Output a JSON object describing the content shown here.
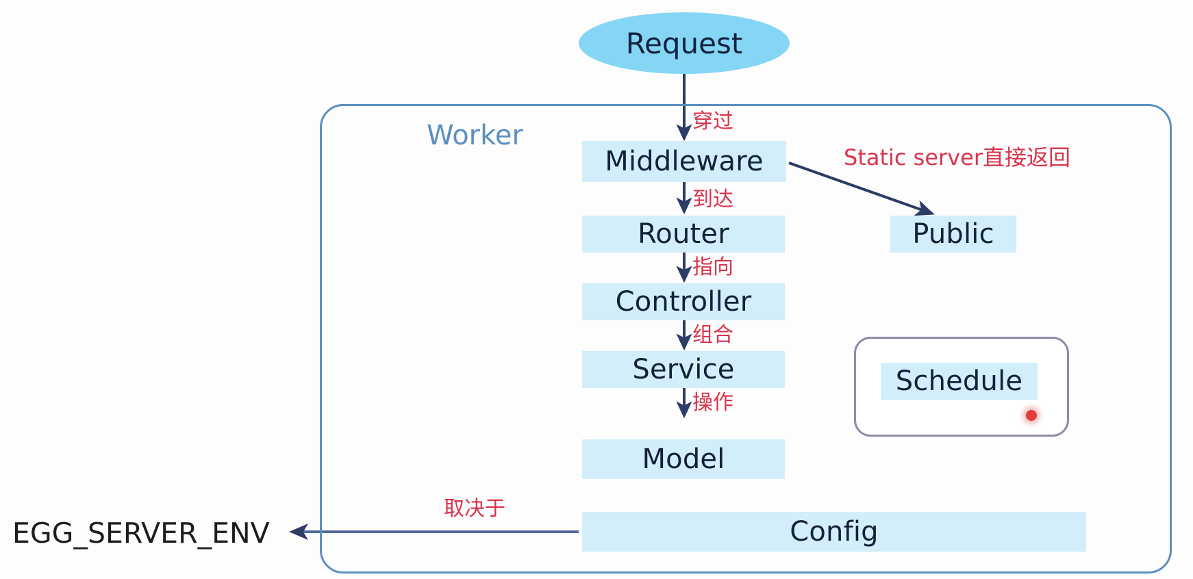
{
  "diagram": {
    "title_node": {
      "label": "Request"
    },
    "container": {
      "label": "Worker"
    },
    "external_label": {
      "label": "EGG_SERVER_ENV"
    },
    "pipeline": [
      {
        "id": "middleware",
        "label": "Middleware"
      },
      {
        "id": "router",
        "label": "Router"
      },
      {
        "id": "controller",
        "label": "Controller"
      },
      {
        "id": "service",
        "label": "Service"
      },
      {
        "id": "model",
        "label": "Model"
      }
    ],
    "side_nodes": [
      {
        "id": "public",
        "label": "Public"
      },
      {
        "id": "schedule",
        "label": "Schedule"
      }
    ],
    "config_node": {
      "label": "Config"
    },
    "annotations": [
      {
        "id": "request-to-middleware",
        "label": "穿过"
      },
      {
        "id": "middleware-to-router",
        "label": "到达"
      },
      {
        "id": "router-to-controller",
        "label": "指向"
      },
      {
        "id": "controller-to-service",
        "label": "组合"
      },
      {
        "id": "service-to-model",
        "label": "操作"
      },
      {
        "id": "middleware-to-public",
        "label": "Static server直接返回"
      },
      {
        "id": "config-to-env",
        "label": "取决于"
      }
    ],
    "colors": {
      "node_fill": "#d2eefb",
      "ellipse_fill": "#85d6f5",
      "node_text": "#14213a",
      "annotation_red": "#d9344b",
      "container_border": "#5b8fc0",
      "container_title": "#5b8fc0",
      "arrow": "#2c3c66",
      "schedule_border": "#8a8ca8",
      "cursor_dot": "#e03c3c",
      "background": "#fefdfd"
    }
  }
}
